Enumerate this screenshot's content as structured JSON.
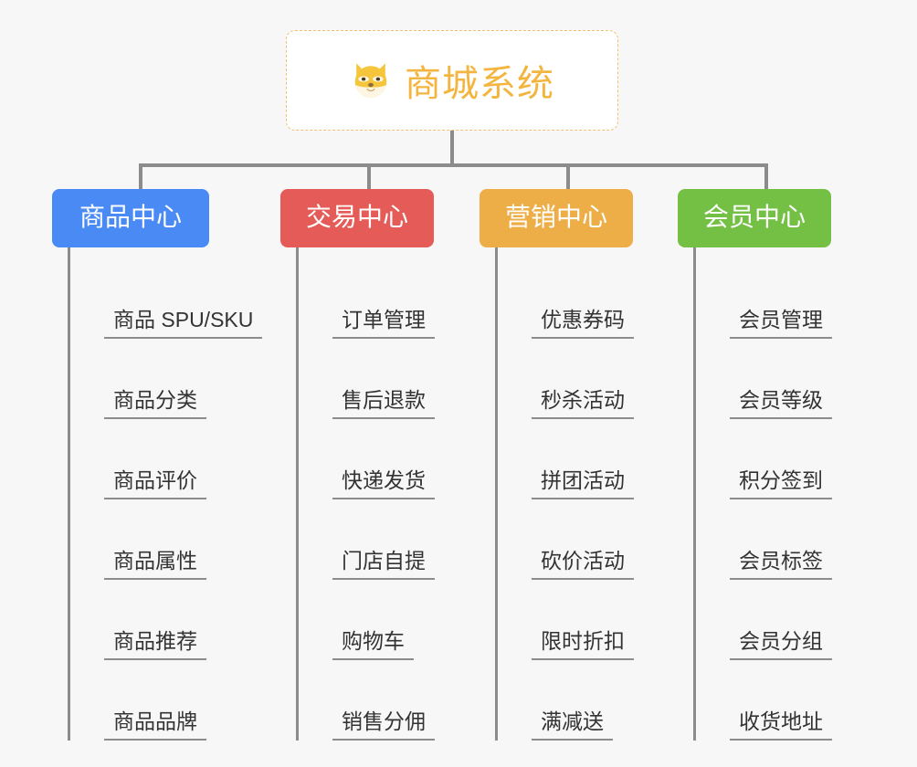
{
  "root": {
    "icon": "shiba-dog-face-icon",
    "title": "商城系统"
  },
  "colors": {
    "background": "#f7f7f7",
    "connector": "#8c8c8c",
    "root_text": "#f3b53f",
    "root_border": "#f0c070",
    "leaf_text": "#333333",
    "branch_blue": "#4a8af4",
    "branch_red": "#e55b57",
    "branch_orange": "#eeae47",
    "branch_green": "#74c044"
  },
  "branches": [
    {
      "label": "商品中心",
      "color": "#4a8af4",
      "items": [
        {
          "label": "商品 SPU/SKU"
        },
        {
          "label": "商品分类"
        },
        {
          "label": "商品评价"
        },
        {
          "label": "商品属性"
        },
        {
          "label": "商品推荐"
        },
        {
          "label": "商品品牌"
        }
      ]
    },
    {
      "label": "交易中心",
      "color": "#e55b57",
      "items": [
        {
          "label": "订单管理"
        },
        {
          "label": "售后退款"
        },
        {
          "label": "快递发货"
        },
        {
          "label": "门店自提"
        },
        {
          "label": "购物车"
        },
        {
          "label": "销售分佣"
        }
      ]
    },
    {
      "label": "营销中心",
      "color": "#eeae47",
      "items": [
        {
          "label": "优惠券码"
        },
        {
          "label": "秒杀活动"
        },
        {
          "label": "拼团活动"
        },
        {
          "label": "砍价活动"
        },
        {
          "label": "限时折扣"
        },
        {
          "label": "满减送"
        }
      ]
    },
    {
      "label": "会员中心",
      "color": "#74c044",
      "items": [
        {
          "label": "会员管理"
        },
        {
          "label": "会员等级"
        },
        {
          "label": "积分签到"
        },
        {
          "label": "会员标签"
        },
        {
          "label": "会员分组"
        },
        {
          "label": "收货地址"
        }
      ]
    }
  ]
}
